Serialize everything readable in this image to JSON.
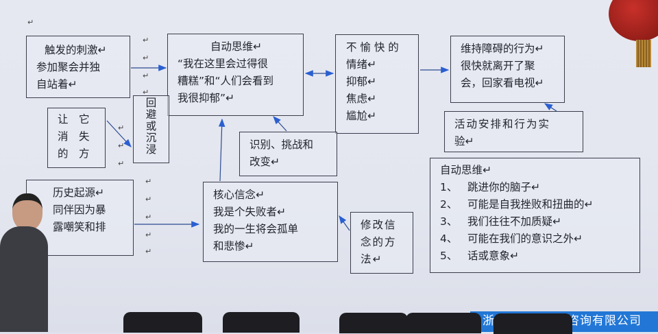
{
  "return_mark": "↵",
  "boxes": {
    "trigger": {
      "title": "触发的刺激↵",
      "lines": [
        "参加聚会并独",
        "自站着↵"
      ]
    },
    "auto_thought": {
      "title": "自动思维↵",
      "lines": [
        "“我在这里会过得很",
        "糟糕”和“人们会看到",
        "我很抑郁”↵"
      ]
    },
    "unpleasant": {
      "lines": [
        "不 愉 快 的",
        "情绪↵",
        "抑郁↵",
        "焦虑↵",
        "尴尬↵"
      ]
    },
    "maintain": {
      "lines": [
        "维持障碍的行为↵",
        "很快就离开了聚",
        "会，回家看电视↵"
      ]
    },
    "activity": {
      "lines": [
        "活动安排和行为实",
        "验↵"
      ]
    },
    "let_disappear": {
      "lines": [
        "让　它",
        "消　失",
        "的　方"
      ]
    },
    "avoidance": {
      "lines": [
        "回",
        "避",
        "或",
        "沉",
        "浸"
      ]
    },
    "identify": {
      "lines": [
        "识别、挑战和",
        "改变↵"
      ]
    },
    "history": {
      "lines": [
        "历史起源↵",
        "同伴因为暴",
        "露嘲笑和排"
      ]
    },
    "core_belief": {
      "lines": [
        "核心信念↵",
        "我是个失败者↵",
        "我的一生将会孤单",
        "和悲惨↵"
      ]
    },
    "modify": {
      "lines": [
        "修改信",
        "念的方",
        "法↵"
      ]
    },
    "auto_list": {
      "title": "自动思维↵",
      "items": [
        {
          "num": "1、",
          "text": "跳进你的脑子↵"
        },
        {
          "num": "2、",
          "text": "可能是自我挫败和扭曲的↵"
        },
        {
          "num": "3、",
          "text": "我们往往不加质疑↵"
        },
        {
          "num": "4、",
          "text": "可能在我们的意识之外↵"
        },
        {
          "num": "5、",
          "text": "话或意象↵"
        }
      ]
    }
  },
  "footer": {
    "left_text": "浙",
    "right_text": "咨询有限公司"
  },
  "colors": {
    "arrow": "#2a5fd0",
    "footer": "#2277d6",
    "border": "#3a3d4a"
  }
}
